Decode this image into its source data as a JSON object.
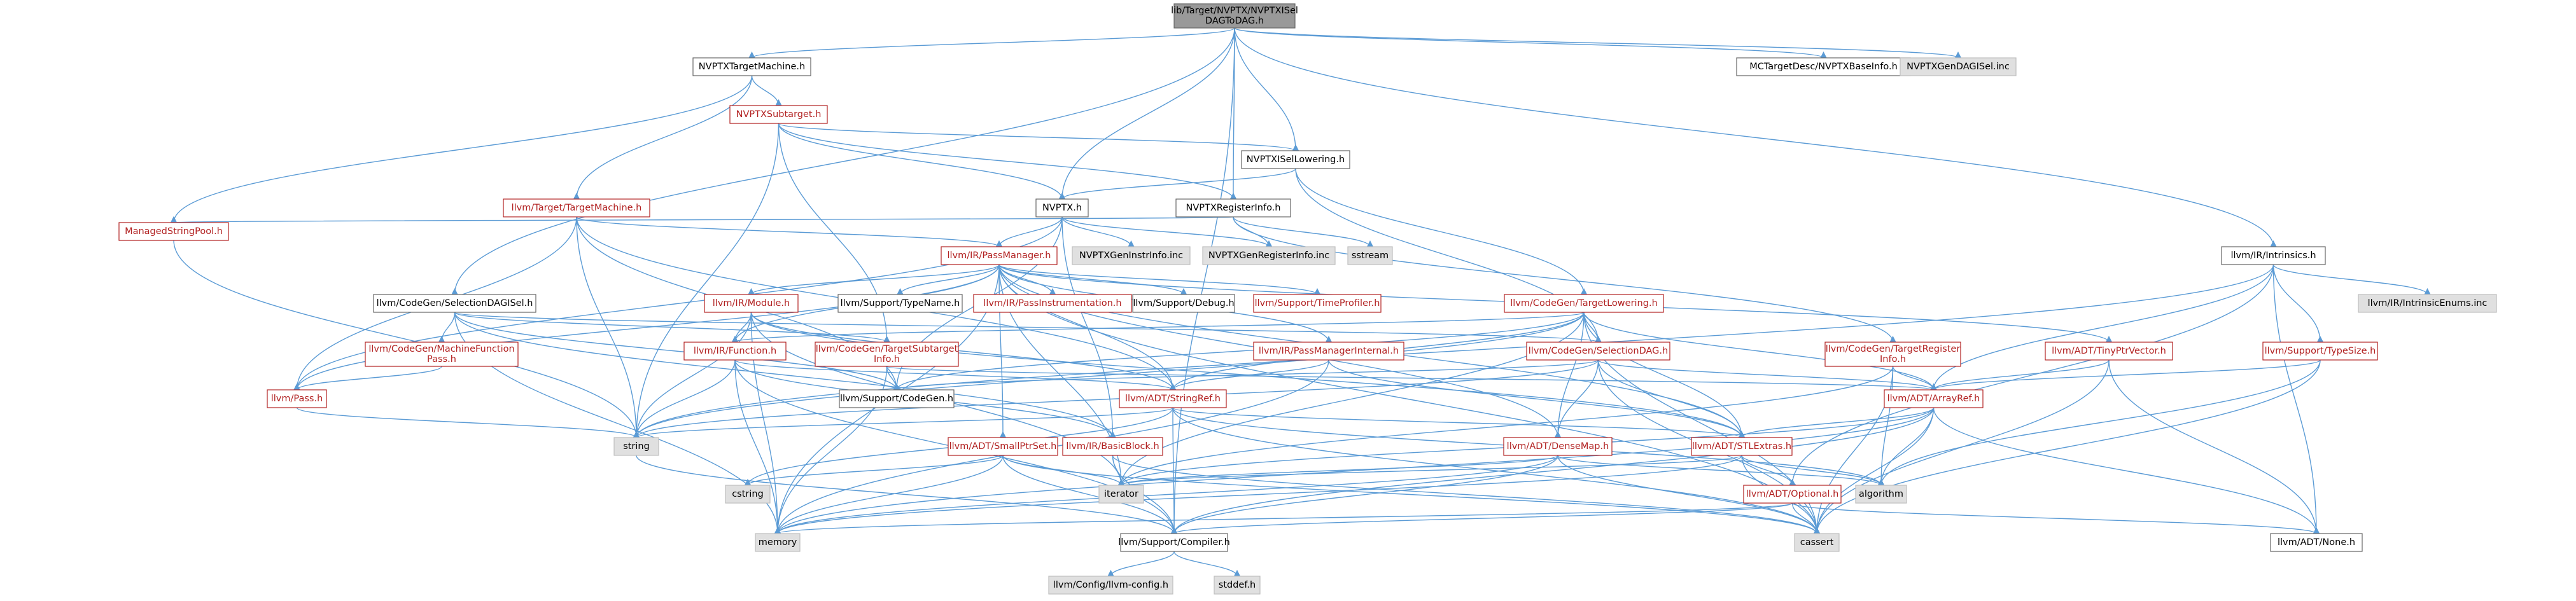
{
  "colors": {
    "edge": "#5b9bd5",
    "root_fill": "#999999",
    "root_stroke": "#666666",
    "normal_fill": "#ffffff",
    "normal_stroke": "#666666",
    "red_fill": "#ffffff",
    "red_stroke": "#b22222",
    "red_text": "#b22222",
    "gray_fill": "#e0e0e0",
    "gray_stroke": "#bfbfbf",
    "text": "#000000"
  },
  "nodes": [
    {
      "id": "root",
      "kind": "root",
      "lines": [
        "lib/Target/NVPTX/NVPTXISel",
        "DAGToDAG.h"
      ]
    },
    {
      "id": "nvptx_tm",
      "kind": "normal",
      "lines": [
        "NVPTXTargetMachine.h"
      ]
    },
    {
      "id": "mctarget",
      "kind": "normal",
      "lines": [
        "MCTargetDesc/NVPTXBaseInfo.h"
      ]
    },
    {
      "id": "dagisel_inc",
      "kind": "gray",
      "lines": [
        "NVPTXGenDAGISel.inc"
      ]
    },
    {
      "id": "nvptx_subtarget",
      "kind": "red",
      "lines": [
        "NVPTXSubtarget.h"
      ]
    },
    {
      "id": "nvptx_isel",
      "kind": "normal",
      "lines": [
        "NVPTXISelLowering.h"
      ]
    },
    {
      "id": "target_tm",
      "kind": "red",
      "lines": [
        "llvm/Target/TargetMachine.h"
      ]
    },
    {
      "id": "nvptx_h",
      "kind": "normal",
      "lines": [
        "NVPTX.h"
      ]
    },
    {
      "id": "nvptx_reginfo",
      "kind": "normal",
      "lines": [
        "NVPTXRegisterInfo.h"
      ]
    },
    {
      "id": "managed_pool",
      "kind": "red",
      "lines": [
        "ManagedStringPool.h"
      ]
    },
    {
      "id": "pass_manager",
      "kind": "red",
      "lines": [
        "llvm/IR/PassManager.h"
      ]
    },
    {
      "id": "instr_inc",
      "kind": "gray",
      "lines": [
        "NVPTXGenInstrInfo.inc"
      ]
    },
    {
      "id": "reginfo_inc",
      "kind": "gray",
      "lines": [
        "NVPTXGenRegisterInfo.inc"
      ]
    },
    {
      "id": "sstream",
      "kind": "gray",
      "lines": [
        "sstream"
      ]
    },
    {
      "id": "intrinsics",
      "kind": "normal",
      "lines": [
        "llvm/IR/Intrinsics.h"
      ]
    },
    {
      "id": "selectiondagisel",
      "kind": "normal",
      "lines": [
        "llvm/CodeGen/SelectionDAGISel.h"
      ]
    },
    {
      "id": "ir_module",
      "kind": "red",
      "lines": [
        "llvm/IR/Module.h"
      ]
    },
    {
      "id": "typename",
      "kind": "normal",
      "lines": [
        "llvm/Support/TypeName.h"
      ]
    },
    {
      "id": "pass_instr",
      "kind": "red",
      "lines": [
        "llvm/IR/PassInstrumentation.h"
      ]
    },
    {
      "id": "support_debug",
      "kind": "normal",
      "lines": [
        "llvm/Support/Debug.h"
      ]
    },
    {
      "id": "time_profiler",
      "kind": "red",
      "lines": [
        "llvm/Support/TimeProfiler.h"
      ]
    },
    {
      "id": "target_lowering",
      "kind": "red",
      "lines": [
        "llvm/CodeGen/TargetLowering.h"
      ]
    },
    {
      "id": "intrinsics_enums",
      "kind": "gray",
      "lines": [
        "llvm/IR/IntrinsicEnums.inc"
      ]
    },
    {
      "id": "mfpass",
      "kind": "red",
      "lines": [
        "llvm/CodeGen/MachineFunction",
        "Pass.h"
      ]
    },
    {
      "id": "ir_function",
      "kind": "red",
      "lines": [
        "llvm/IR/Function.h"
      ]
    },
    {
      "id": "target_subtarget",
      "kind": "red",
      "lines": [
        "llvm/CodeGen/TargetSubtarget",
        "Info.h"
      ]
    },
    {
      "id": "pm_internal",
      "kind": "red",
      "lines": [
        "llvm/IR/PassManagerInternal.h"
      ]
    },
    {
      "id": "selectiondag",
      "kind": "red",
      "lines": [
        "llvm/CodeGen/SelectionDAG.h"
      ]
    },
    {
      "id": "target_reginfo",
      "kind": "red",
      "lines": [
        "llvm/CodeGen/TargetRegister",
        "Info.h"
      ]
    },
    {
      "id": "tinyptr",
      "kind": "red",
      "lines": [
        "llvm/ADT/TinyPtrVector.h"
      ]
    },
    {
      "id": "typesize",
      "kind": "red",
      "lines": [
        "llvm/Support/TypeSize.h"
      ]
    },
    {
      "id": "llvm_pass",
      "kind": "red",
      "lines": [
        "llvm/Pass.h"
      ]
    },
    {
      "id": "support_codegen",
      "kind": "normal",
      "lines": [
        "llvm/Support/CodeGen.h"
      ]
    },
    {
      "id": "stringref",
      "kind": "red",
      "lines": [
        "llvm/ADT/StringRef.h"
      ]
    },
    {
      "id": "arrayref",
      "kind": "red",
      "lines": [
        "llvm/ADT/ArrayRef.h"
      ]
    },
    {
      "id": "string",
      "kind": "gray",
      "lines": [
        "string"
      ]
    },
    {
      "id": "smallptrset",
      "kind": "red",
      "lines": [
        "llvm/ADT/SmallPtrSet.h"
      ]
    },
    {
      "id": "basicblock",
      "kind": "red",
      "lines": [
        "llvm/IR/BasicBlock.h"
      ]
    },
    {
      "id": "densemap",
      "kind": "red",
      "lines": [
        "llvm/ADT/DenseMap.h"
      ]
    },
    {
      "id": "stlextras",
      "kind": "red",
      "lines": [
        "llvm/ADT/STLExtras.h"
      ]
    },
    {
      "id": "cstring",
      "kind": "gray",
      "lines": [
        "cstring"
      ]
    },
    {
      "id": "iterator",
      "kind": "gray",
      "lines": [
        "iterator"
      ]
    },
    {
      "id": "algorithm",
      "kind": "gray",
      "lines": [
        "algorithm"
      ]
    },
    {
      "id": "optional",
      "kind": "red",
      "lines": [
        "llvm/ADT/Optional.h"
      ]
    },
    {
      "id": "memory",
      "kind": "gray",
      "lines": [
        "memory"
      ]
    },
    {
      "id": "compiler",
      "kind": "normal",
      "lines": [
        "llvm/Support/Compiler.h"
      ]
    },
    {
      "id": "cassert",
      "kind": "gray",
      "lines": [
        "cassert"
      ]
    },
    {
      "id": "adt_none",
      "kind": "normal",
      "lines": [
        "llvm/ADT/None.h"
      ]
    },
    {
      "id": "llvm_config",
      "kind": "gray",
      "lines": [
        "llvm/Config/llvm-config.h"
      ]
    },
    {
      "id": "stddef",
      "kind": "gray",
      "lines": [
        "stddef.h"
      ]
    }
  ],
  "edges": [
    [
      "root",
      "nvptx_tm"
    ],
    [
      "root",
      "mctarget"
    ],
    [
      "root",
      "dagisel_inc"
    ],
    [
      "root",
      "nvptx_isel"
    ],
    [
      "root",
      "nvptx_h"
    ],
    [
      "root",
      "nvptx_reginfo"
    ],
    [
      "root",
      "intrinsics"
    ],
    [
      "root",
      "selectiondagisel"
    ],
    [
      "root",
      "compiler"
    ],
    [
      "nvptx_tm",
      "nvptx_subtarget"
    ],
    [
      "nvptx_tm",
      "target_tm"
    ],
    [
      "nvptx_tm",
      "managed_pool"
    ],
    [
      "nvptx_subtarget",
      "nvptx_isel"
    ],
    [
      "nvptx_subtarget",
      "nvptx_h"
    ],
    [
      "nvptx_subtarget",
      "nvptx_reginfo"
    ],
    [
      "nvptx_subtarget",
      "target_subtarget"
    ],
    [
      "nvptx_subtarget",
      "string"
    ],
    [
      "nvptx_isel",
      "nvptx_h"
    ],
    [
      "nvptx_isel",
      "target_lowering"
    ],
    [
      "nvptx_isel",
      "selectiondag"
    ],
    [
      "nvptx_h",
      "pass_manager"
    ],
    [
      "nvptx_h",
      "instr_inc"
    ],
    [
      "nvptx_h",
      "reginfo_inc"
    ],
    [
      "nvptx_h",
      "llvm_pass"
    ],
    [
      "nvptx_h",
      "support_codegen"
    ],
    [
      "nvptx_h",
      "basicblock"
    ],
    [
      "nvptx_reginfo",
      "managed_pool"
    ],
    [
      "nvptx_reginfo",
      "reginfo_inc"
    ],
    [
      "nvptx_reginfo",
      "sstream"
    ],
    [
      "nvptx_reginfo",
      "target_reginfo"
    ],
    [
      "target_tm",
      "pass_manager"
    ],
    [
      "target_tm",
      "llvm_pass"
    ],
    [
      "target_tm",
      "support_codegen"
    ],
    [
      "target_tm",
      "stringref"
    ],
    [
      "target_tm",
      "string"
    ],
    [
      "managed_pool",
      "string"
    ],
    [
      "pass_manager",
      "ir_module"
    ],
    [
      "pass_manager",
      "typename"
    ],
    [
      "pass_manager",
      "pass_instr"
    ],
    [
      "pass_manager",
      "support_debug"
    ],
    [
      "pass_manager",
      "time_profiler"
    ],
    [
      "pass_manager",
      "pm_internal"
    ],
    [
      "pass_manager",
      "ir_function"
    ],
    [
      "pass_manager",
      "stringref"
    ],
    [
      "pass_manager",
      "tinyptr"
    ],
    [
      "pass_manager",
      "densemap"
    ],
    [
      "pass_manager",
      "stlextras"
    ],
    [
      "pass_manager",
      "smallptrset"
    ],
    [
      "pass_manager",
      "llvm_pass"
    ],
    [
      "pass_manager",
      "memory"
    ],
    [
      "pass_manager",
      "cassert"
    ],
    [
      "pass_manager",
      "iterator"
    ],
    [
      "intrinsics",
      "intrinsics_enums"
    ],
    [
      "intrinsics",
      "typesize"
    ],
    [
      "intrinsics",
      "arrayref"
    ],
    [
      "intrinsics",
      "adt_none"
    ],
    [
      "intrinsics",
      "string"
    ],
    [
      "intrinsics",
      "optional"
    ],
    [
      "selectiondagisel",
      "mfpass"
    ],
    [
      "selectiondagisel",
      "selectiondag"
    ],
    [
      "selectiondagisel",
      "target_subtarget"
    ],
    [
      "selectiondagisel",
      "basicblock"
    ],
    [
      "selectiondagisel",
      "memory"
    ],
    [
      "selectiondagisel",
      "support_codegen"
    ],
    [
      "ir_module",
      "ir_function"
    ],
    [
      "ir_module",
      "stringref"
    ],
    [
      "ir_module",
      "string"
    ],
    [
      "ir_module",
      "memory"
    ],
    [
      "ir_module",
      "stlextras"
    ],
    [
      "ir_module",
      "iterator"
    ],
    [
      "target_lowering",
      "selectiondag"
    ],
    [
      "target_lowering",
      "arrayref"
    ],
    [
      "target_lowering",
      "stringref"
    ],
    [
      "target_lowering",
      "stlextras"
    ],
    [
      "target_lowering",
      "densemap"
    ],
    [
      "target_lowering",
      "ir_function"
    ],
    [
      "target_lowering",
      "support_codegen"
    ],
    [
      "target_lowering",
      "cassert"
    ],
    [
      "target_lowering",
      "iterator"
    ],
    [
      "target_lowering",
      "string"
    ],
    [
      "mfpass",
      "llvm_pass"
    ],
    [
      "ir_function",
      "basicblock"
    ],
    [
      "ir_function",
      "stringref"
    ],
    [
      "ir_function",
      "compiler"
    ],
    [
      "ir_function",
      "string"
    ],
    [
      "ir_function",
      "memory"
    ],
    [
      "target_subtarget",
      "arrayref"
    ],
    [
      "target_subtarget",
      "support_codegen"
    ],
    [
      "target_subtarget",
      "memory"
    ],
    [
      "pm_internal",
      "stringref"
    ],
    [
      "pm_internal",
      "stlextras"
    ],
    [
      "pm_internal",
      "memory"
    ],
    [
      "selectiondag",
      "arrayref"
    ],
    [
      "selectiondag",
      "densemap"
    ],
    [
      "selectiondag",
      "stlextras"
    ],
    [
      "selectiondag",
      "cassert"
    ],
    [
      "selectiondag",
      "string"
    ],
    [
      "selectiondag",
      "support_codegen"
    ],
    [
      "target_reginfo",
      "arrayref"
    ],
    [
      "target_reginfo",
      "cassert"
    ],
    [
      "target_reginfo",
      "iterator"
    ],
    [
      "target_reginfo",
      "algorithm"
    ],
    [
      "tinyptr",
      "arrayref"
    ],
    [
      "tinyptr",
      "adt_none"
    ],
    [
      "tinyptr",
      "cassert"
    ],
    [
      "typesize",
      "cassert"
    ],
    [
      "typesize",
      "algorithm"
    ],
    [
      "typesize",
      "arrayref"
    ],
    [
      "llvm_pass",
      "string"
    ],
    [
      "stringref",
      "stlextras"
    ],
    [
      "stringref",
      "compiler"
    ],
    [
      "stringref",
      "algorithm"
    ],
    [
      "stringref",
      "string"
    ],
    [
      "stringref",
      "cassert"
    ],
    [
      "stringref",
      "cstring"
    ],
    [
      "arrayref",
      "stlextras"
    ],
    [
      "arrayref",
      "algorithm"
    ],
    [
      "arrayref",
      "adt_none"
    ],
    [
      "arrayref",
      "cassert"
    ],
    [
      "arrayref",
      "compiler"
    ],
    [
      "arrayref",
      "iterator"
    ],
    [
      "arrayref",
      "memory"
    ],
    [
      "string",
      "compiler"
    ],
    [
      "smallptrset",
      "compiler"
    ],
    [
      "smallptrset",
      "cassert"
    ],
    [
      "smallptrset",
      "iterator"
    ],
    [
      "smallptrset",
      "cstring"
    ],
    [
      "smallptrset",
      "memory"
    ],
    [
      "basicblock",
      "iterator"
    ],
    [
      "basicblock",
      "compiler"
    ],
    [
      "basicblock",
      "cassert"
    ],
    [
      "densemap",
      "compiler"
    ],
    [
      "densemap",
      "algorithm"
    ],
    [
      "densemap",
      "cassert"
    ],
    [
      "densemap",
      "iterator"
    ],
    [
      "densemap",
      "memory"
    ],
    [
      "stlextras",
      "optional"
    ],
    [
      "stlextras",
      "iterator"
    ],
    [
      "stlextras",
      "algorithm"
    ],
    [
      "stlextras",
      "cassert"
    ],
    [
      "stlextras",
      "memory"
    ],
    [
      "optional",
      "adt_none"
    ],
    [
      "optional",
      "compiler"
    ],
    [
      "optional",
      "cassert"
    ],
    [
      "optional",
      "memory"
    ],
    [
      "compiler",
      "llvm_config"
    ],
    [
      "compiler",
      "stddef"
    ]
  ]
}
